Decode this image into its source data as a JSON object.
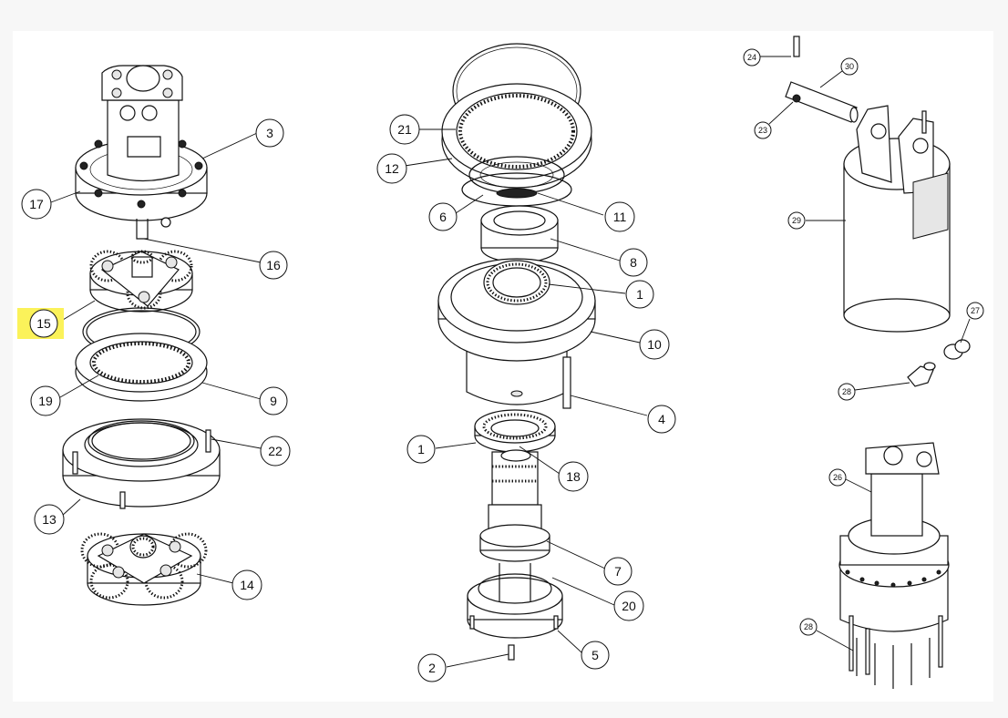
{
  "diagram": {
    "highlight_color": "#fbf25a",
    "highlighted_callout": "15",
    "callouts": [
      {
        "id": "c3",
        "label": "3"
      },
      {
        "id": "c17",
        "label": "17"
      },
      {
        "id": "c16",
        "label": "16"
      },
      {
        "id": "c15",
        "label": "15"
      },
      {
        "id": "c19",
        "label": "19"
      },
      {
        "id": "c9",
        "label": "9"
      },
      {
        "id": "c22",
        "label": "22"
      },
      {
        "id": "c13",
        "label": "13"
      },
      {
        "id": "c14",
        "label": "14"
      },
      {
        "id": "c21",
        "label": "21"
      },
      {
        "id": "c12",
        "label": "12"
      },
      {
        "id": "c6",
        "label": "6"
      },
      {
        "id": "c11",
        "label": "11"
      },
      {
        "id": "c8",
        "label": "8"
      },
      {
        "id": "c1a",
        "label": "1"
      },
      {
        "id": "c10",
        "label": "10"
      },
      {
        "id": "c4",
        "label": "4"
      },
      {
        "id": "c1b",
        "label": "1"
      },
      {
        "id": "c18",
        "label": "18"
      },
      {
        "id": "c7",
        "label": "7"
      },
      {
        "id": "c20",
        "label": "20"
      },
      {
        "id": "c5",
        "label": "5"
      },
      {
        "id": "c2",
        "label": "2"
      },
      {
        "id": "c24",
        "label": "24"
      },
      {
        "id": "c30",
        "label": "30"
      },
      {
        "id": "c23",
        "label": "23"
      },
      {
        "id": "c29",
        "label": "29"
      },
      {
        "id": "c27",
        "label": "27"
      },
      {
        "id": "c28a",
        "label": "28"
      },
      {
        "id": "c26",
        "label": "26"
      },
      {
        "id": "c28b",
        "label": "28"
      }
    ]
  }
}
